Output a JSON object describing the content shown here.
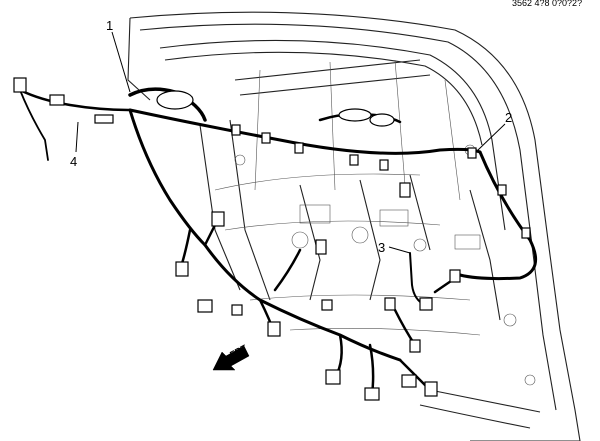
{
  "diagram": {
    "corner_reference": "3562 4?8 0?0?2?",
    "callouts": [
      {
        "label": "1"
      },
      {
        "label": "2"
      },
      {
        "label": "3"
      },
      {
        "label": "4"
      }
    ],
    "direction_indicator": {
      "label": "FRT",
      "icon": "arrow-left-down-icon"
    }
  }
}
